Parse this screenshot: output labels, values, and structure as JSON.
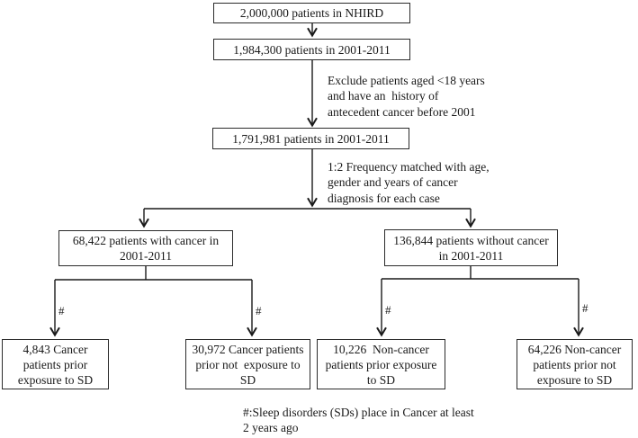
{
  "flowchart": {
    "nodes": {
      "nhird": "2,000,000 patients in NHIRD",
      "cohort": "1,984,300 patients in 2001-2011",
      "eligible": "1,791,981 patients in 2001-2011",
      "cancer": "68,422 patients with cancer in\n2001-2011",
      "non_cancer": "136,844 patients without cancer\nin 2001-2011",
      "cancer_sd": "4,843 Cancer\npatients prior\nexposure to SD",
      "cancer_no_sd": "30,972 Cancer patients\nprior not  exposure to\nSD",
      "non_cancer_sd": "10,226  Non-cancer\npatients prior exposure\nto SD",
      "non_cancer_no_sd": "64,226 Non-cancer\npatients prior not\nexposure to SD"
    },
    "annotations": {
      "exclusion": "Exclude patients aged <18 years\nand have an  history of\nantecedent cancer before 2001",
      "matching": "1:2 Frequency matched with age,\ngender and years of cancer\ndiagnosis for each case",
      "hash_symbol": "#",
      "footnote": "#:Sleep disorders (SDs) place in Cancer at least\n2 years ago"
    },
    "colors": {
      "line": "#1a1a1a",
      "text": "#1a1a1a",
      "background": "#ffffff"
    }
  }
}
